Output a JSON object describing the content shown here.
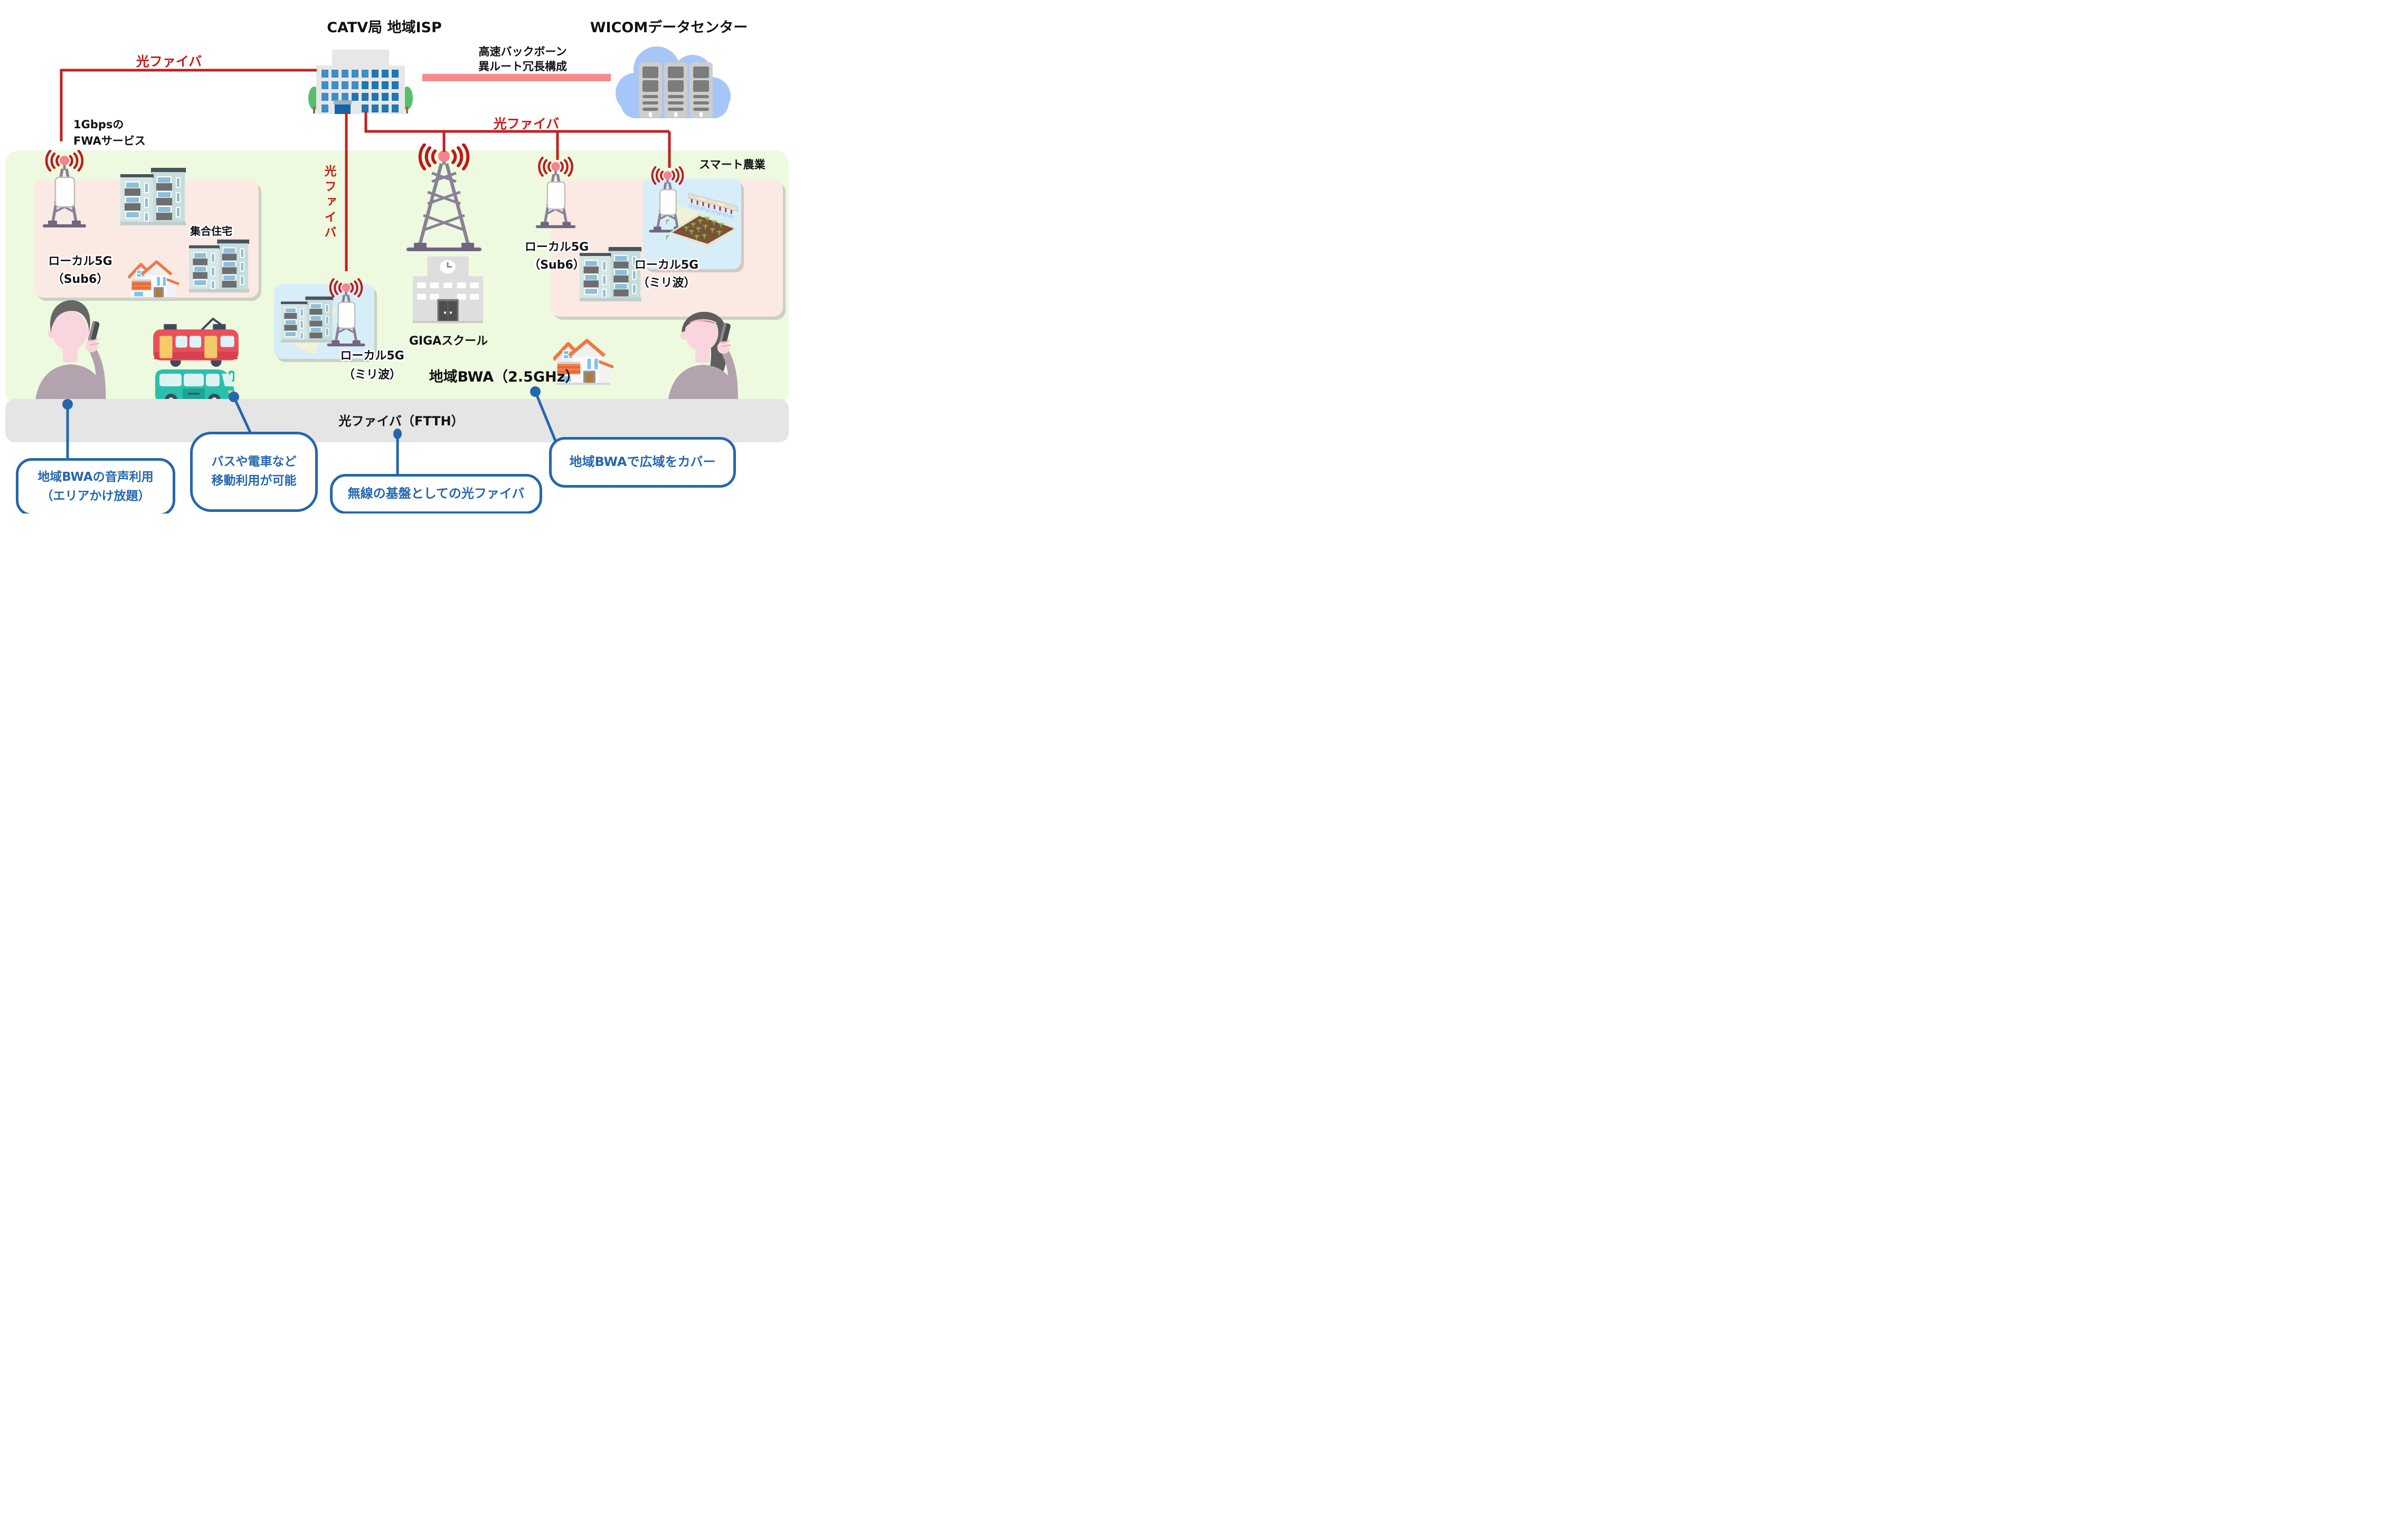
{
  "header": {
    "catv_label": "CATV局 地域ISP",
    "wicom_label": "WICOMデータセンター"
  },
  "backbone": {
    "line1": "高速バックボーン",
    "line2": "異ルート冗長構成"
  },
  "fiber": {
    "top_left": "光ファイバ",
    "right": "光ファイバ",
    "vertical": "光ファイバ",
    "ftth": "光ファイバ（FTTH）",
    "fwa_line1": "1Gbpsの",
    "fwa_line2": "FWAサービス"
  },
  "zones": {
    "left_sub6": {
      "line1": "ローカル5G",
      "line2": "（Sub6）",
      "housing": "集合住宅"
    },
    "center_mmwave": {
      "line1": "ローカル5G",
      "line2": "（ミリ波）"
    },
    "school": "GIGAスクール",
    "bwa": "地域BWA（2.5GHz）",
    "right_sub6": {
      "line1": "ローカル5G",
      "line2": "（Sub6）"
    },
    "smart_agri": {
      "title": "スマート農業",
      "line1": "ローカル5G",
      "line2": "（ミリ波）"
    }
  },
  "callouts": [
    {
      "line1": "地域BWAの音声利用",
      "line2": "（エリアかけ放題）"
    },
    {
      "line1": "バスや電車など",
      "line2": "移動利用が可能"
    },
    {
      "line1": "無線の基盤としての光ファイバ",
      "line2": ""
    },
    {
      "line1": "地域BWAで広域をカバー",
      "line2": ""
    }
  ],
  "colors": {
    "fiber_red": "#C22121",
    "label_red": "#CC1A1A",
    "callout_blue": "#2467AE",
    "backbone_pink": "#F98A8A",
    "green_zone": "#EDFADF",
    "gray_bar": "#E5E5E5",
    "pink_zone": "#FBE9E4",
    "blue_zone": "#D7EEF9"
  },
  "icons": [
    "antenna-tower-icon",
    "radio-waves-icon",
    "catv-building-icon",
    "datacenter-cloud-icon",
    "server-rack-icon",
    "apartment-icon",
    "house-icon",
    "tram-icon",
    "bus-icon",
    "school-icon",
    "smart-farm-icon",
    "person-with-phone-icon",
    "connector-dot-icon",
    "light-beam-icon",
    "tree-icon"
  ]
}
